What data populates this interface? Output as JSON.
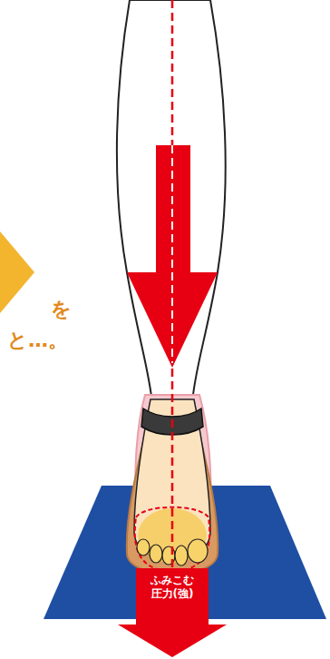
{
  "diagram": {
    "nodes": [
      {
        "text": [
          "ふみこむ 圧力(強)"
        ]
      }
    ],
    "labels": [
      "を",
      "と…。"
    ]
  }
}
